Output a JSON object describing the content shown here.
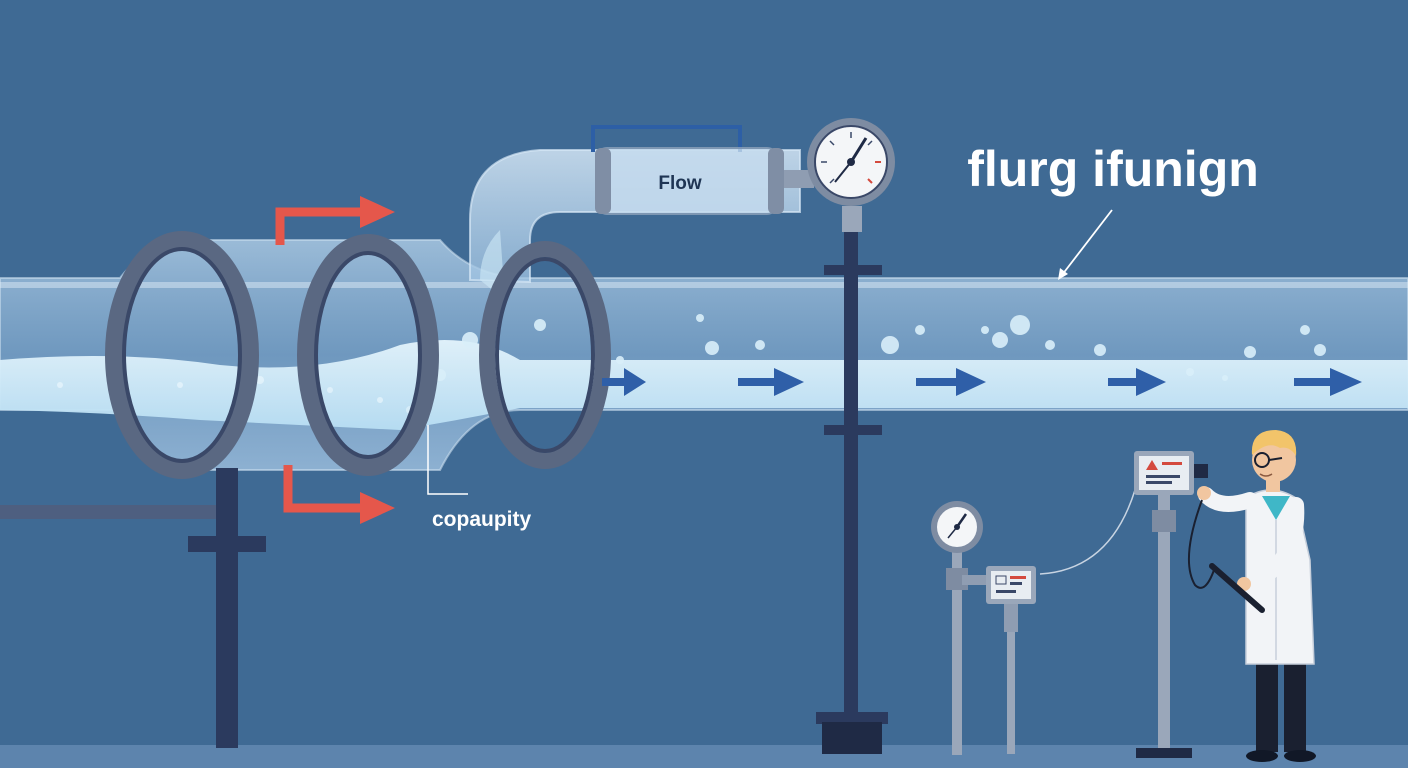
{
  "labels": {
    "title": "flurg ifunign",
    "flow": "Flow",
    "capacity": "copaupity"
  },
  "colors": {
    "background": "#3f6a94",
    "pipe_glass": "#a9cbe6",
    "water": "#cfe9f7",
    "ring": "#6b7a90",
    "ring_dark": "#3a4868",
    "support": "#2b3a5e",
    "red_arrow": "#e5574b",
    "blue_arrow": "#2f5fa8",
    "text_white": "#ffffff",
    "text_dark": "#1f3554",
    "coat": "#f2f4f7",
    "hair": "#f2c46a"
  },
  "icons": [
    "pressure-gauge-icon",
    "flow-direction-arrow-icon",
    "red-bypass-arrow-icon",
    "handheld-monitor-icon",
    "engineer-figure-icon"
  ]
}
